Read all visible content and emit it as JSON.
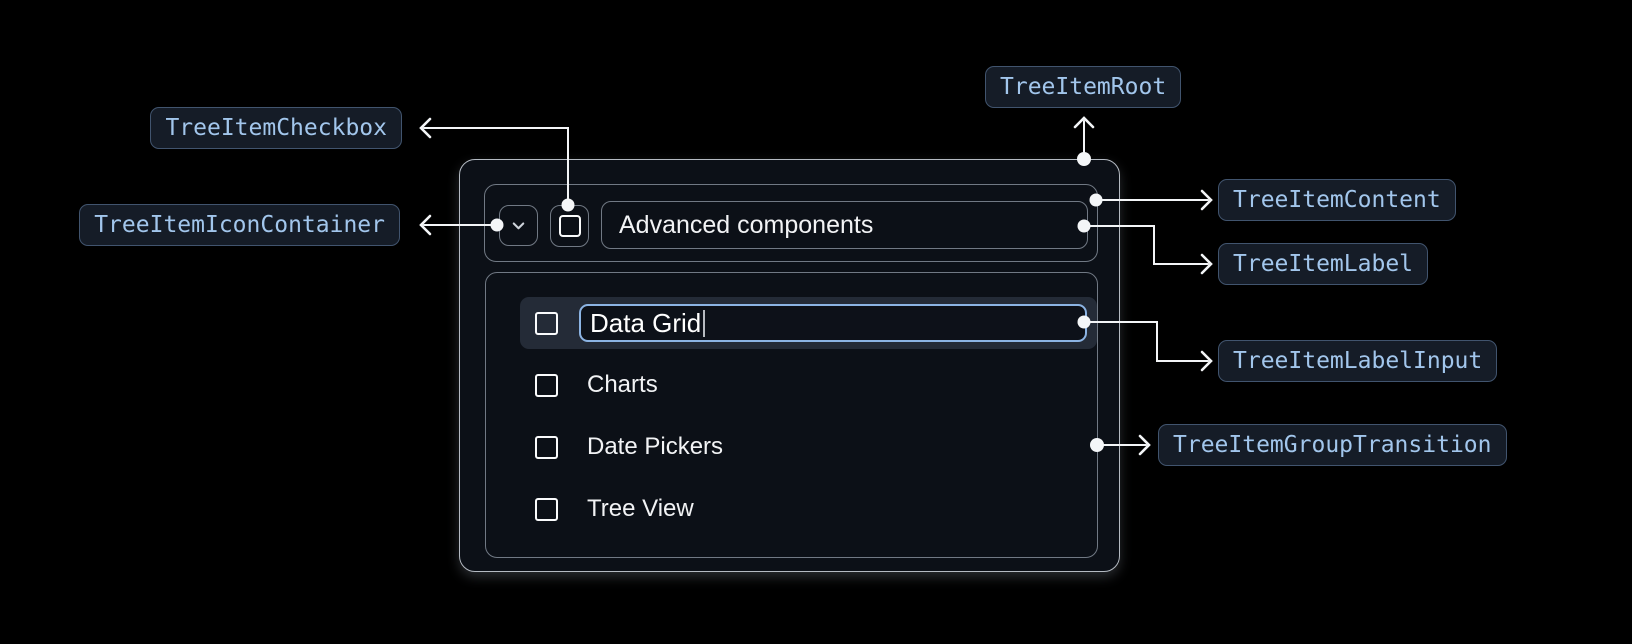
{
  "annotations": {
    "root": {
      "label": "TreeItemRoot"
    },
    "checkbox": {
      "label": "TreeItemCheckbox"
    },
    "icon_container": {
      "label": "TreeItemIconContainer"
    },
    "content": {
      "label": "TreeItemContent"
    },
    "label": {
      "label": "TreeItemLabel"
    },
    "label_input": {
      "label": "TreeItemLabelInput"
    },
    "group_transition": {
      "label": "TreeItemGroupTransition"
    }
  },
  "tree": {
    "parent_item": {
      "label": "Advanced components",
      "expanded": true,
      "checkbox_checked": false
    },
    "editing_item": {
      "value": "Data Grid",
      "checkbox_checked": false
    },
    "children": [
      "Charts",
      "Date Pickers",
      "Tree View"
    ]
  },
  "icons": {
    "chevron": "chevron-down-icon",
    "checkbox": "checkbox-unchecked-icon"
  },
  "colors": {
    "page_background": "#000000",
    "panel_background": "#0c1017",
    "panel_border": "#b4bac2",
    "inner_border": "#717984",
    "row_highlight": "#242b37",
    "input_border_accent": "#8cb4e4",
    "badge_background": "#151c27",
    "badge_border": "#41546e",
    "badge_text": "#a2c6ec",
    "connector": "#f3f5f7",
    "text": "#f2f3f5"
  }
}
